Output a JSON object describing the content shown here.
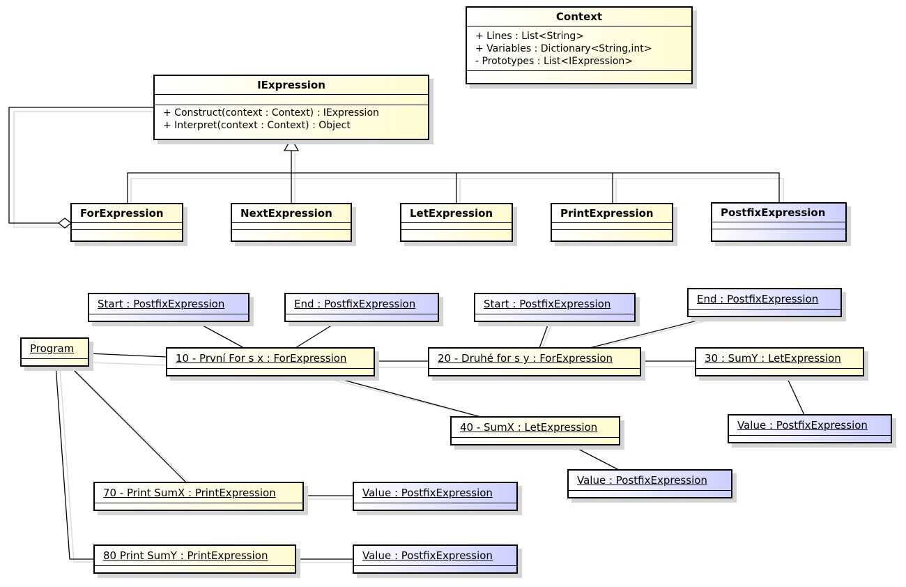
{
  "classes": {
    "context": {
      "name": "Context",
      "attributes": [
        "+ Lines : List<String>",
        "+ Variables : Dictionary<String,int>",
        "- Prototypes : List<IExpression>"
      ]
    },
    "iexpression": {
      "name": "IExpression",
      "operations": [
        "+ Construct(context : Context) : IExpression",
        "+ Interpret(context : Context) : Object"
      ]
    },
    "for_expression": {
      "name": "ForExpression"
    },
    "next_expression": {
      "name": "NextExpression"
    },
    "let_expression": {
      "name": "LetExpression"
    },
    "print_expression": {
      "name": "PrintExpression"
    },
    "postfix_expression": {
      "name": "PostfixExpression"
    }
  },
  "objects": {
    "start_1": "Start : PostfixExpression",
    "end_1": "End : PostfixExpression",
    "start_2": "Start : PostfixExpression",
    "end_2": "End : PostfixExpression",
    "program": "Program",
    "for_10": "10 - První For s x : ForExpression",
    "for_20": "20 - Druhé for s y : ForExpression",
    "let_30": "30 : SumY : LetExpression",
    "value_30": "Value : PostfixExpression",
    "let_40": "40 - SumX : LetExpression",
    "value_40": "Value : PostfixExpression",
    "print_70": "70 - Print SumX : PrintExpression",
    "value_70": "Value : PostfixExpression",
    "print_80": "80 Print SumY : PrintExpression",
    "value_80": "Value : PostfixExpression"
  },
  "colors": {
    "class_fill": "#fffbd0",
    "postfix_fill": "#cdd0ff",
    "line": "#000000",
    "shadow": "#d4d4d4"
  }
}
